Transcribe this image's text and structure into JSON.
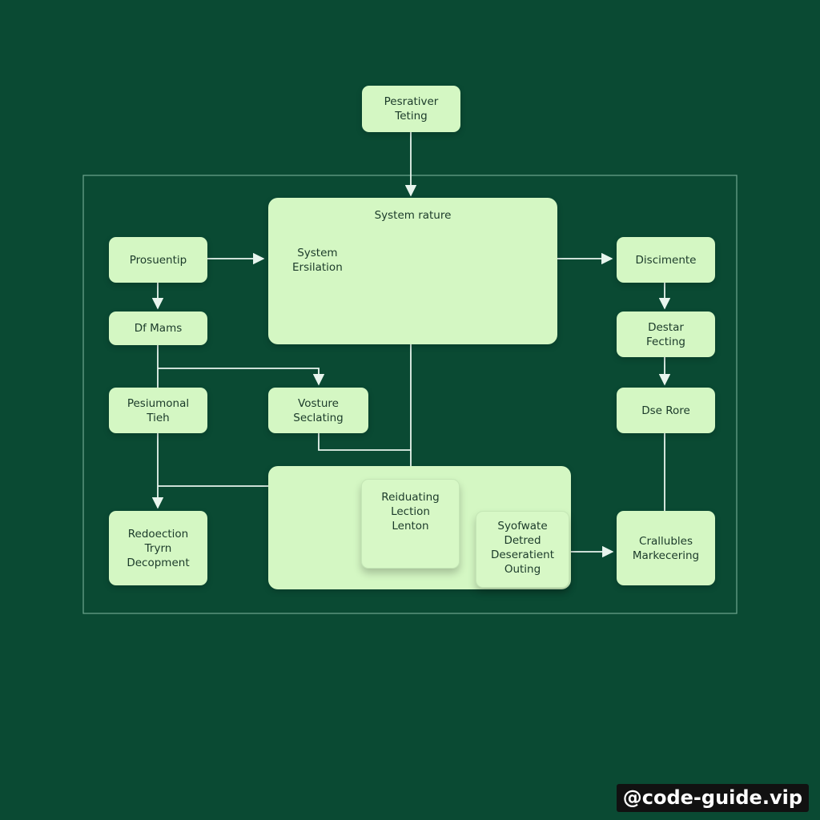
{
  "colors": {
    "background": "#0a4a33",
    "node_fill": "#d4f7c3",
    "line": "#e8f5ee",
    "frame": "#6fa68f"
  },
  "nodes": {
    "top": "Pesrativer\nTeting",
    "system_container_title": "System rature",
    "system_inner": "System\nErsilation",
    "presuentip": "Prosuentip",
    "df_mams": "Df Mams",
    "presiumonal": "Pesiumonal\nTieh",
    "vosture": "Vosture\nSeclating",
    "redoection": "Redoection\nTryrn\nDecopment",
    "reiduating": "Reiduating\nLection\nLenton",
    "syofwate": "Syofwate\nDetred\nDeseratient\nOuting",
    "discimente": "Discimente",
    "destar": "Destar\nFecting",
    "dse_rore": "Dse Rore",
    "crallubles": "Crallubles\nMarkecering"
  },
  "watermark": "@code-guide.vip"
}
